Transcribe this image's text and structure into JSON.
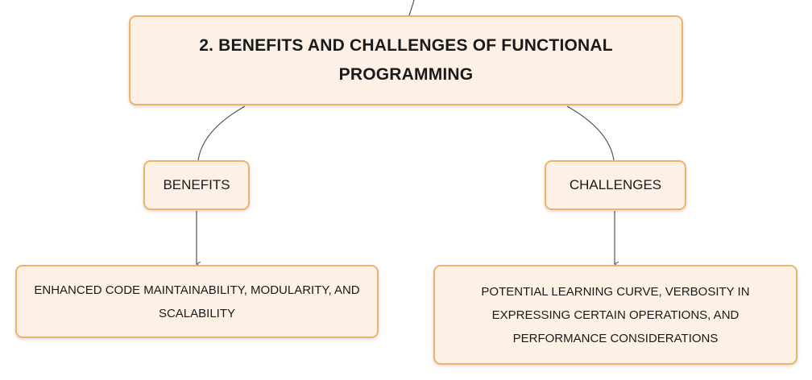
{
  "diagram": {
    "title": "2. BENEFITS AND CHALLENGES OF FUNCTIONAL PROGRAMMING",
    "branches": [
      {
        "label": "BENEFITS",
        "detail": "ENHANCED CODE MAINTAINABILITY, MODULARITY, AND SCALABILITY"
      },
      {
        "label": "CHALLENGES",
        "detail": "POTENTIAL LEARNING CURVE, VERBOSITY IN EXPRESSING CERTAIN OPERATIONS, AND PERFORMANCE CONSIDERATIONS"
      }
    ],
    "colors": {
      "node_fill": "#fdf1e6",
      "node_border": "#f2b265",
      "connector": "#555555"
    }
  }
}
